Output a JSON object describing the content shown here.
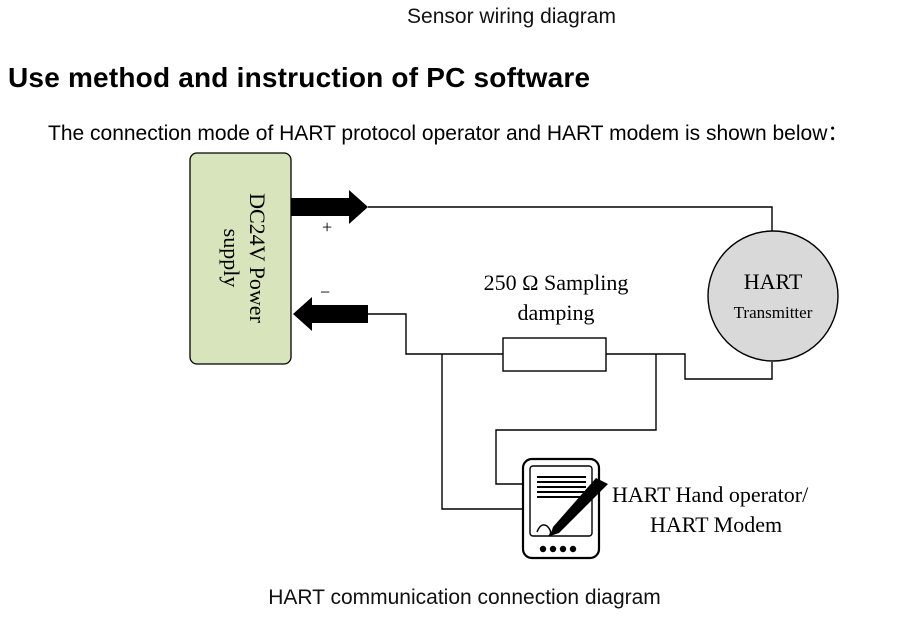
{
  "top_caption": "Sensor wiring diagram",
  "heading": "Use method and instruction of PC software",
  "intro": "The connection mode of HART protocol operator and HART modem is shown below：",
  "diagram": {
    "power_supply": {
      "line1": "DC24V Power",
      "line2": "supply"
    },
    "plus_label": "+",
    "minus_label": "−",
    "resistor": {
      "line1": "250 Ω Sampling",
      "line2": "damping"
    },
    "transmitter": {
      "line1": "HART",
      "line2": "Transmitter"
    },
    "operator": {
      "line1": "HART Hand operator/",
      "line2": "HART Modem"
    },
    "colors": {
      "power_fill": "#d8e4bc",
      "transmitter_fill": "#d9d9d9",
      "stroke": "#000000"
    }
  },
  "bottom_caption": "HART communication connection diagram"
}
